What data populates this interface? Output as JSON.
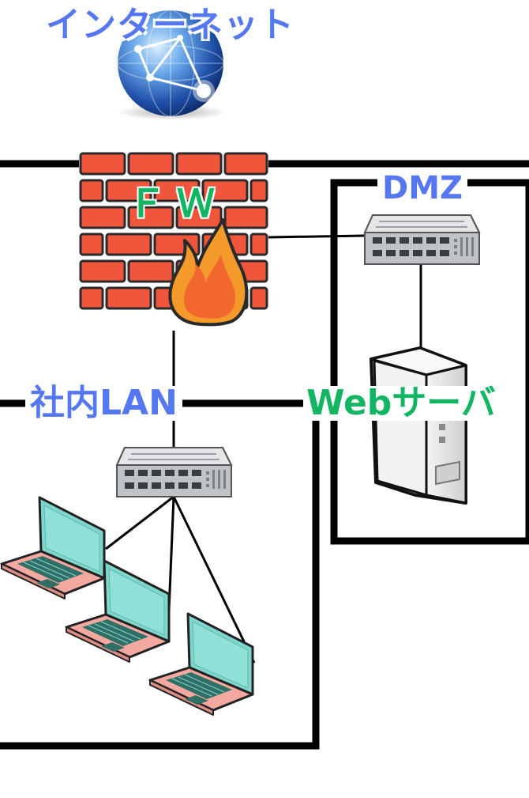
{
  "labels": {
    "internet": "インターネット",
    "firewall": "ＦＷ",
    "dmz": "DMZ",
    "lan": "社内LAN",
    "web_server": "Webサーバ"
  },
  "colors": {
    "blue_label": "#5578f0",
    "green_label": "#12b561",
    "brick": "#f0563c",
    "flame_outer": "#f39a2a",
    "flame_inner": "#f2672d",
    "switch_body": "#c9cdd1",
    "laptop_screen": "#7fd6cc",
    "laptop_base": "#f4a9a0",
    "server_body": "#e4e4e4"
  },
  "icons": [
    "globe-icon",
    "firewall-icon",
    "switch-icon",
    "laptop-icon",
    "server-icon"
  ]
}
